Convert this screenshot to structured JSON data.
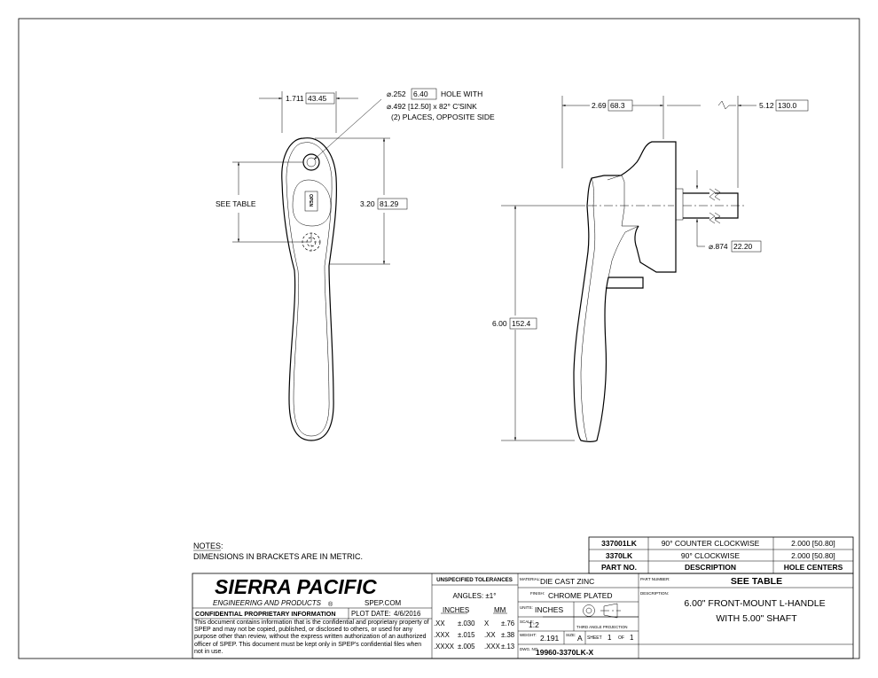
{
  "dims": {
    "width_top": "1.711",
    "width_top_mm": "43.45",
    "hole_line1": "⌀.252",
    "hole_line1_mm": "6.40",
    "hole_line1_suffix": "HOLE WITH",
    "hole_line2": "⌀.492 [12.50] x 82° C'SINK",
    "hole_line3": "(2) PLACES, OPPOSITE SIDE",
    "see_table": "SEE TABLE",
    "h320": "3.20",
    "h320_mm": "81.29",
    "w269": "2.69",
    "w269_mm": "68.3",
    "w512": "5.12",
    "w512_mm": "130.0",
    "d874": "⌀.874",
    "d874_mm": "22.20",
    "h600": "6.00",
    "h600_mm": "152.4",
    "badge": "OPEN"
  },
  "notes": {
    "heading": "NOTES:",
    "line1": "DIMENSIONS IN BRACKETS ARE IN METRIC."
  },
  "parts_table": {
    "rows": [
      {
        "part": "337001LK",
        "desc": "90° COUNTER CLOCKWISE",
        "holes": "2.000 [50.80]"
      },
      {
        "part": "3370LK",
        "desc": "90° CLOCKWISE",
        "holes": "2.000 [50.80]"
      }
    ],
    "headers": {
      "part": "PART NO.",
      "desc": "DESCRIPTION",
      "holes": "HOLE CENTERS"
    }
  },
  "title_block": {
    "company": "SIERRA PACIFIC",
    "company_sub": "ENGINEERING AND PRODUCTS",
    "registered": "®",
    "website": "SPEP.COM",
    "confidential": "CONFIDENTIAL PROPRIETARY INFORMATION",
    "plot_label": "PLOT DATE:",
    "plot_date": "4/6/2016",
    "confidential_text": "This document contains information that is the confidential and proprietary property of SPEP and may not be copied, published, or disclosed to others, or used for any purpose  other than review, without the express written authorization of an authorized officer of SPEP. This document must be kept only in SPEP's confidential files when not in use.",
    "tol_heading": "UNSPECIFIED TOLERANCES",
    "angles": "ANGLES: ±1°",
    "inches_label": "INCHES",
    "mm_label": "MM",
    "tol": [
      {
        "ik": ".XX",
        "iv": "±.030",
        "mk": "X",
        "mv": "±.76"
      },
      {
        "ik": ".XXX",
        "iv": "±.015",
        "mk": ".XX",
        "mv": "±.38"
      },
      {
        "ik": ".XXXX",
        "iv": "±.005",
        "mk": ".XXX",
        "mv": "±.13"
      }
    ],
    "material_label": "MATERIAL:",
    "material": "DIE CAST ZINC",
    "finish_label": "FINISH:",
    "finish": "CHROME PLATED",
    "units_label": "UNITS:",
    "units": "INCHES",
    "scale_label": "SCALE:",
    "scale": "1:2",
    "projection": "THIRD ANGLE PROJECTION",
    "weight_label": "WEIGHT:",
    "weight": "2.191",
    "size_label": "SIZE:",
    "size": "A",
    "sheet_label": "SHEET",
    "sheet": "1",
    "of_label": "OF",
    "of": "1",
    "dwg_label": "DWG. NO.",
    "dwg": "19960-3370LK-X",
    "part_number_label": "PART NUMBER:",
    "part_number": "SEE TABLE",
    "description_label": "DESCRIPTION:",
    "desc1": "6.00\" FRONT-MOUNT L-HANDLE",
    "desc2": "WITH 5.00\" SHAFT"
  }
}
